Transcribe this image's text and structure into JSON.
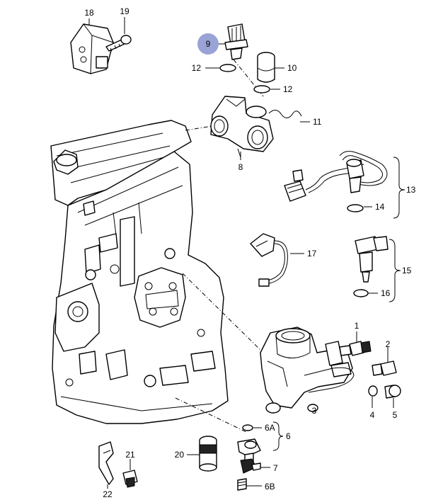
{
  "callouts": [
    {
      "id": "c18",
      "text": "18"
    },
    {
      "id": "c19",
      "text": "19"
    },
    {
      "id": "c9",
      "text": "9",
      "highlight": true
    },
    {
      "id": "c12a",
      "text": "12"
    },
    {
      "id": "c10",
      "text": "10"
    },
    {
      "id": "c12b",
      "text": "12"
    },
    {
      "id": "c11",
      "text": "11"
    },
    {
      "id": "c8",
      "text": "8"
    },
    {
      "id": "c13",
      "text": "13"
    },
    {
      "id": "c14",
      "text": "14"
    },
    {
      "id": "c17",
      "text": "17"
    },
    {
      "id": "c15",
      "text": "15"
    },
    {
      "id": "c16",
      "text": "16"
    },
    {
      "id": "c1",
      "text": "1"
    },
    {
      "id": "c2",
      "text": "2"
    },
    {
      "id": "c3",
      "text": "3"
    },
    {
      "id": "c4",
      "text": "4"
    },
    {
      "id": "c5",
      "text": "5"
    },
    {
      "id": "c6A",
      "text": "6A"
    },
    {
      "id": "c6",
      "text": "6"
    },
    {
      "id": "c7",
      "text": "7"
    },
    {
      "id": "c6B",
      "text": "6B"
    },
    {
      "id": "c20",
      "text": "20"
    },
    {
      "id": "c21",
      "text": "21"
    },
    {
      "id": "c22",
      "text": "22"
    }
  ],
  "colors": {
    "highlight": "#9aa3d6",
    "line": "#000000",
    "background": "#ffffff"
  }
}
